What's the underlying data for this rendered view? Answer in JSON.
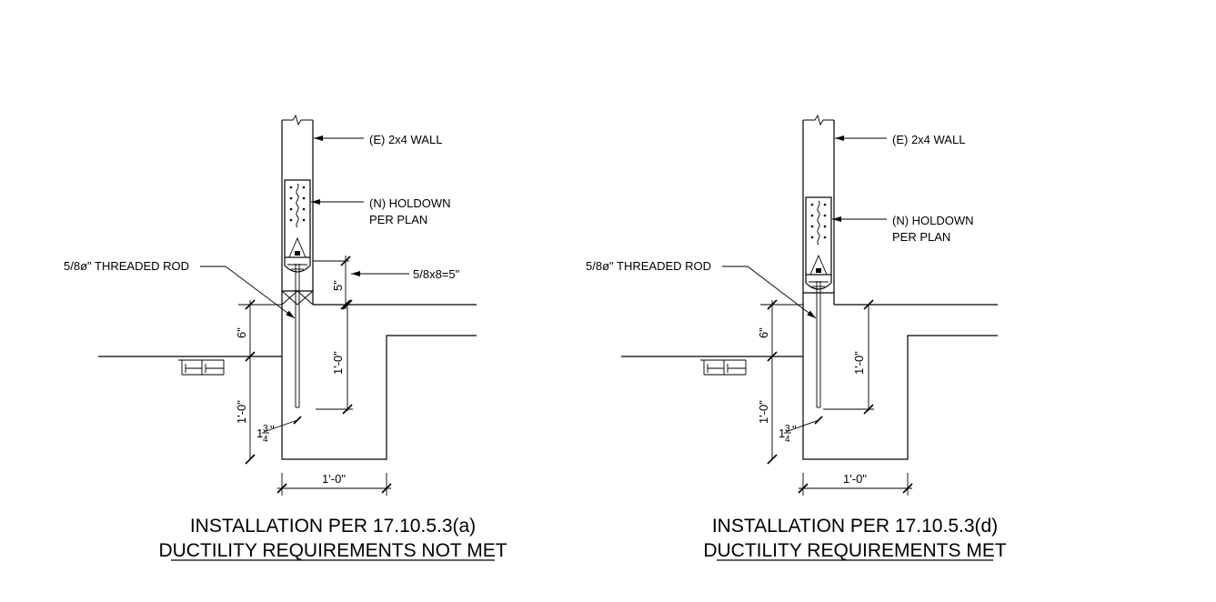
{
  "details": [
    {
      "wall_label": "(E) 2x4 WALL",
      "holdown_line1": "(N) HOLDOWN",
      "holdown_line2": "PER PLAN",
      "rod_label": "5/8ø\" THREADED ROD",
      "standoff_label": "5/8x8=5\"",
      "standoff_dim": "5\"",
      "dim_6": "6\"",
      "dim_1ft_left": "1'-0\"",
      "dim_1ft_embed": "1'-0\"",
      "dim_cover_whole": "1",
      "dim_cover_num": "3",
      "dim_cover_den": "4",
      "dim_cover_inch": "\"",
      "dim_width": "1'-0\"",
      "caption_line1": "INSTALLATION PER 17.10.5.3(a)",
      "caption_line2": "DUCTILITY REQUIREMENTS NOT MET"
    },
    {
      "wall_label": "(E) 2x4 WALL",
      "holdown_line1": "(N) HOLDOWN",
      "holdown_line2": "PER PLAN",
      "rod_label": "5/8ø\" THREADED ROD",
      "dim_6": "6\"",
      "dim_1ft_left": "1'-0\"",
      "dim_1ft_embed": "1'-0\"",
      "dim_cover_whole": "1",
      "dim_cover_num": "3",
      "dim_cover_den": "4",
      "dim_cover_inch": "\"",
      "dim_width": "1'-0\"",
      "caption_line1": "INSTALLATION PER 17.10.5.3(d)",
      "caption_line2": "DUCTILITY REQUIREMENTS MET"
    }
  ]
}
